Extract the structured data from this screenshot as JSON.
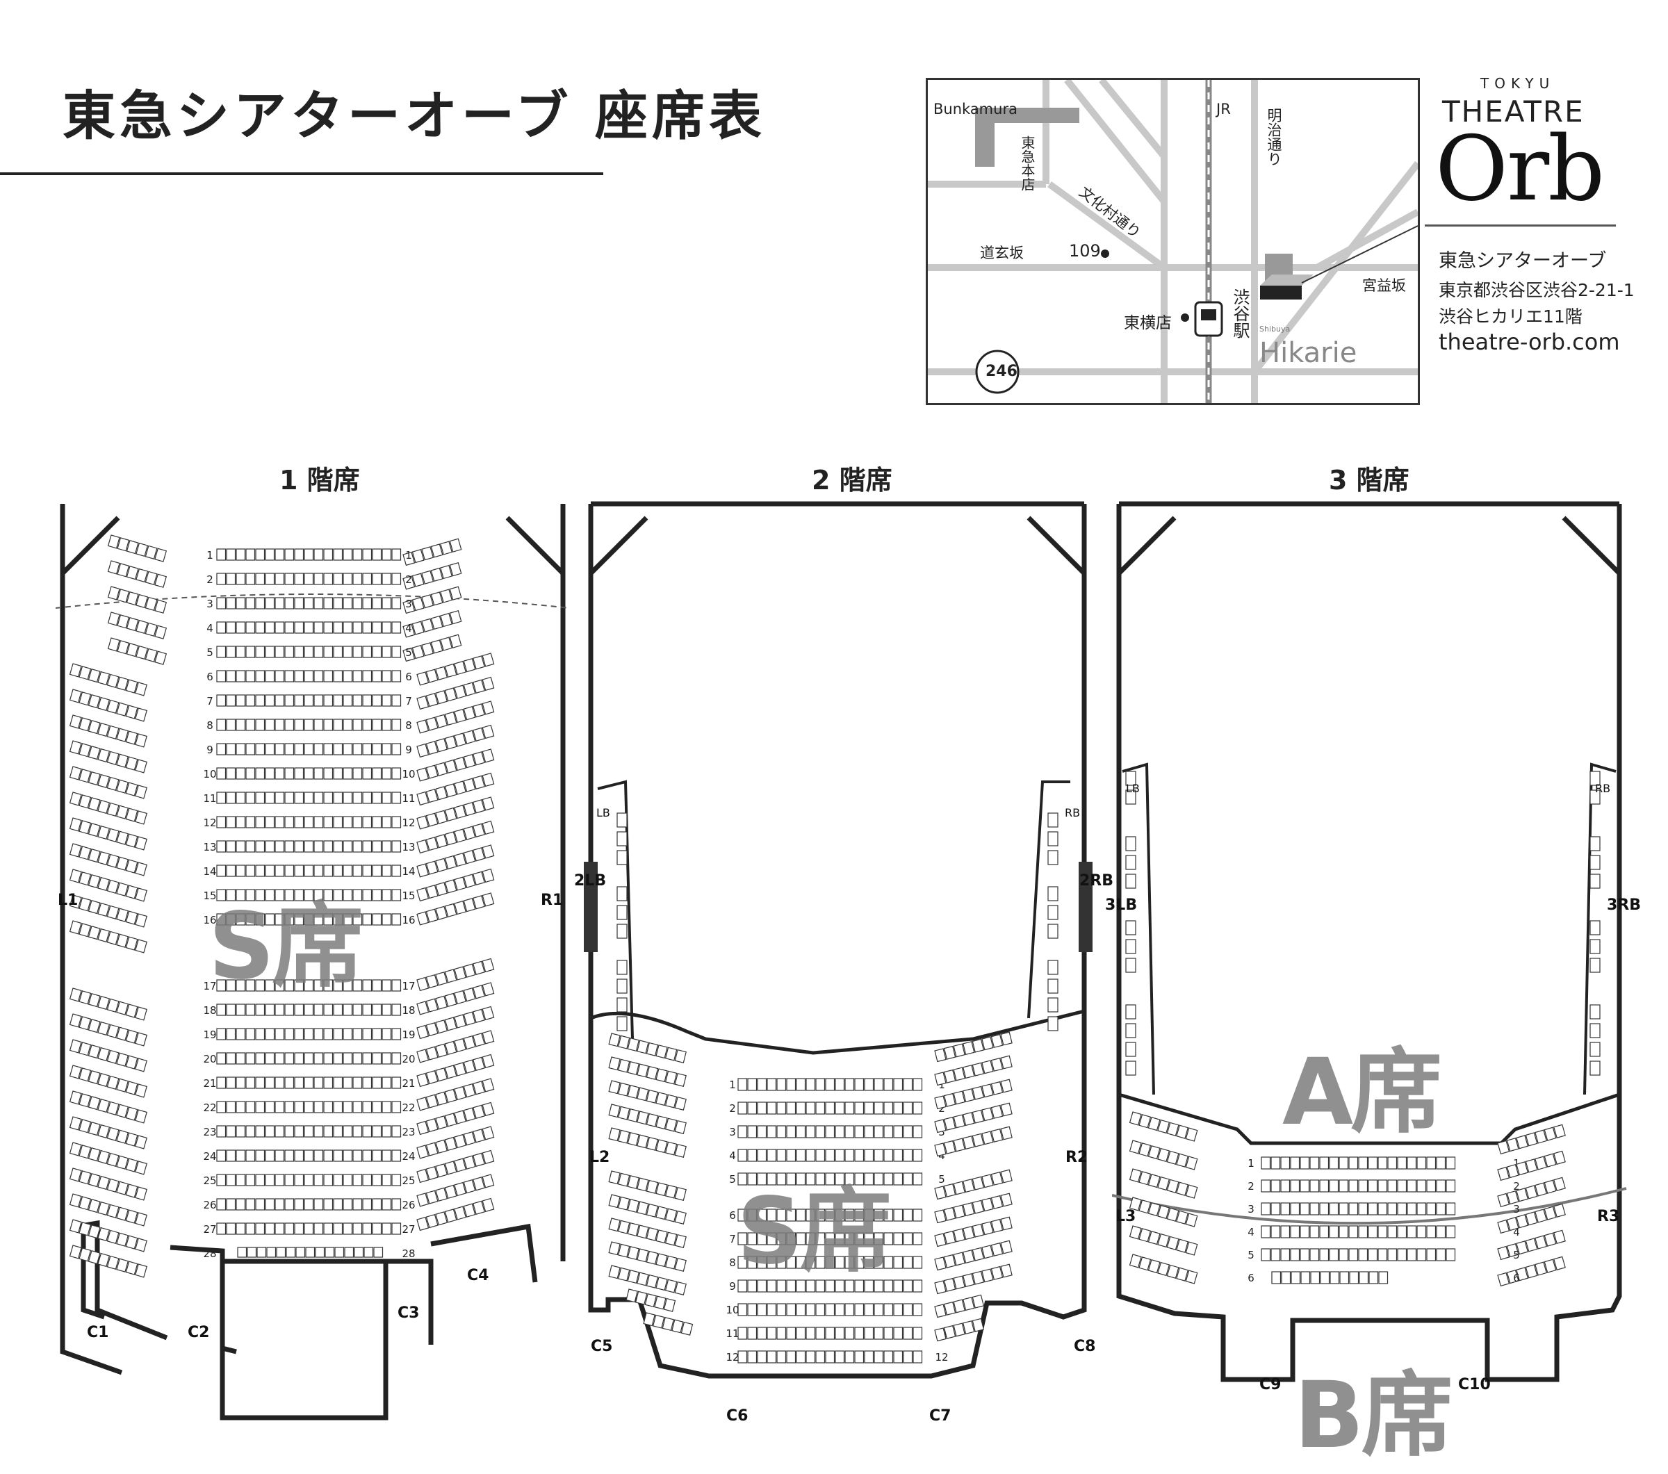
{
  "title": "東急シアターオーブ 座席表",
  "map": {
    "labels": {
      "bunkamura": "Bunkamura",
      "tokyu_honten": "東急本店",
      "jr": "JR",
      "meiji_dori": "明治通り",
      "bunkamura_dori": "文化村通り",
      "dogenzaka": "道玄坂",
      "n109": "109",
      "miyamasuzaka": "宮益坂",
      "toyoko": "東横店",
      "shibuya_station": "渋谷駅",
      "shibuya_small": "Shibuya",
      "hikarie": "Hikarie",
      "route": "246"
    }
  },
  "brand": {
    "tokyu": "TOKYU",
    "theatre": "THEATRE",
    "orb": "Orb",
    "name": "東急シアターオーブ",
    "address1": "東京都渋谷区渋谷2-21-1",
    "address2": "渋谷ヒカリエ11階",
    "url": "theatre-orb.com"
  },
  "floors": [
    {
      "title": "1 階席",
      "rows": [
        "1",
        "2",
        "3",
        "4",
        "5",
        "6",
        "7",
        "8",
        "9",
        "10",
        "11",
        "12",
        "13",
        "14",
        "15",
        "16",
        "17",
        "18",
        "19",
        "20",
        "21",
        "22",
        "23",
        "24",
        "25",
        "26",
        "27",
        "28"
      ],
      "side_labels": [
        "L1",
        "R1"
      ],
      "boxes": [
        "C1",
        "C2",
        "C3",
        "C4"
      ],
      "category_label": "S席"
    },
    {
      "title": "2 階席",
      "rows": [
        "1",
        "2",
        "3",
        "4",
        "5",
        "6",
        "7",
        "8",
        "9",
        "10",
        "11",
        "12"
      ],
      "side_labels": [
        "L2",
        "R2",
        "2LB",
        "2RB",
        "LB",
        "RB"
      ],
      "boxes": [
        "C5",
        "C6",
        "C7",
        "C8"
      ],
      "category_label": "S席"
    },
    {
      "title": "3 階席",
      "rows": [
        "1",
        "2",
        "3",
        "4",
        "5",
        "6"
      ],
      "side_labels": [
        "L3",
        "R3",
        "3LB",
        "3RB",
        "LB",
        "RB"
      ],
      "boxes": [
        "C9",
        "C10"
      ],
      "category_labels": [
        "A席",
        "B席"
      ]
    }
  ]
}
